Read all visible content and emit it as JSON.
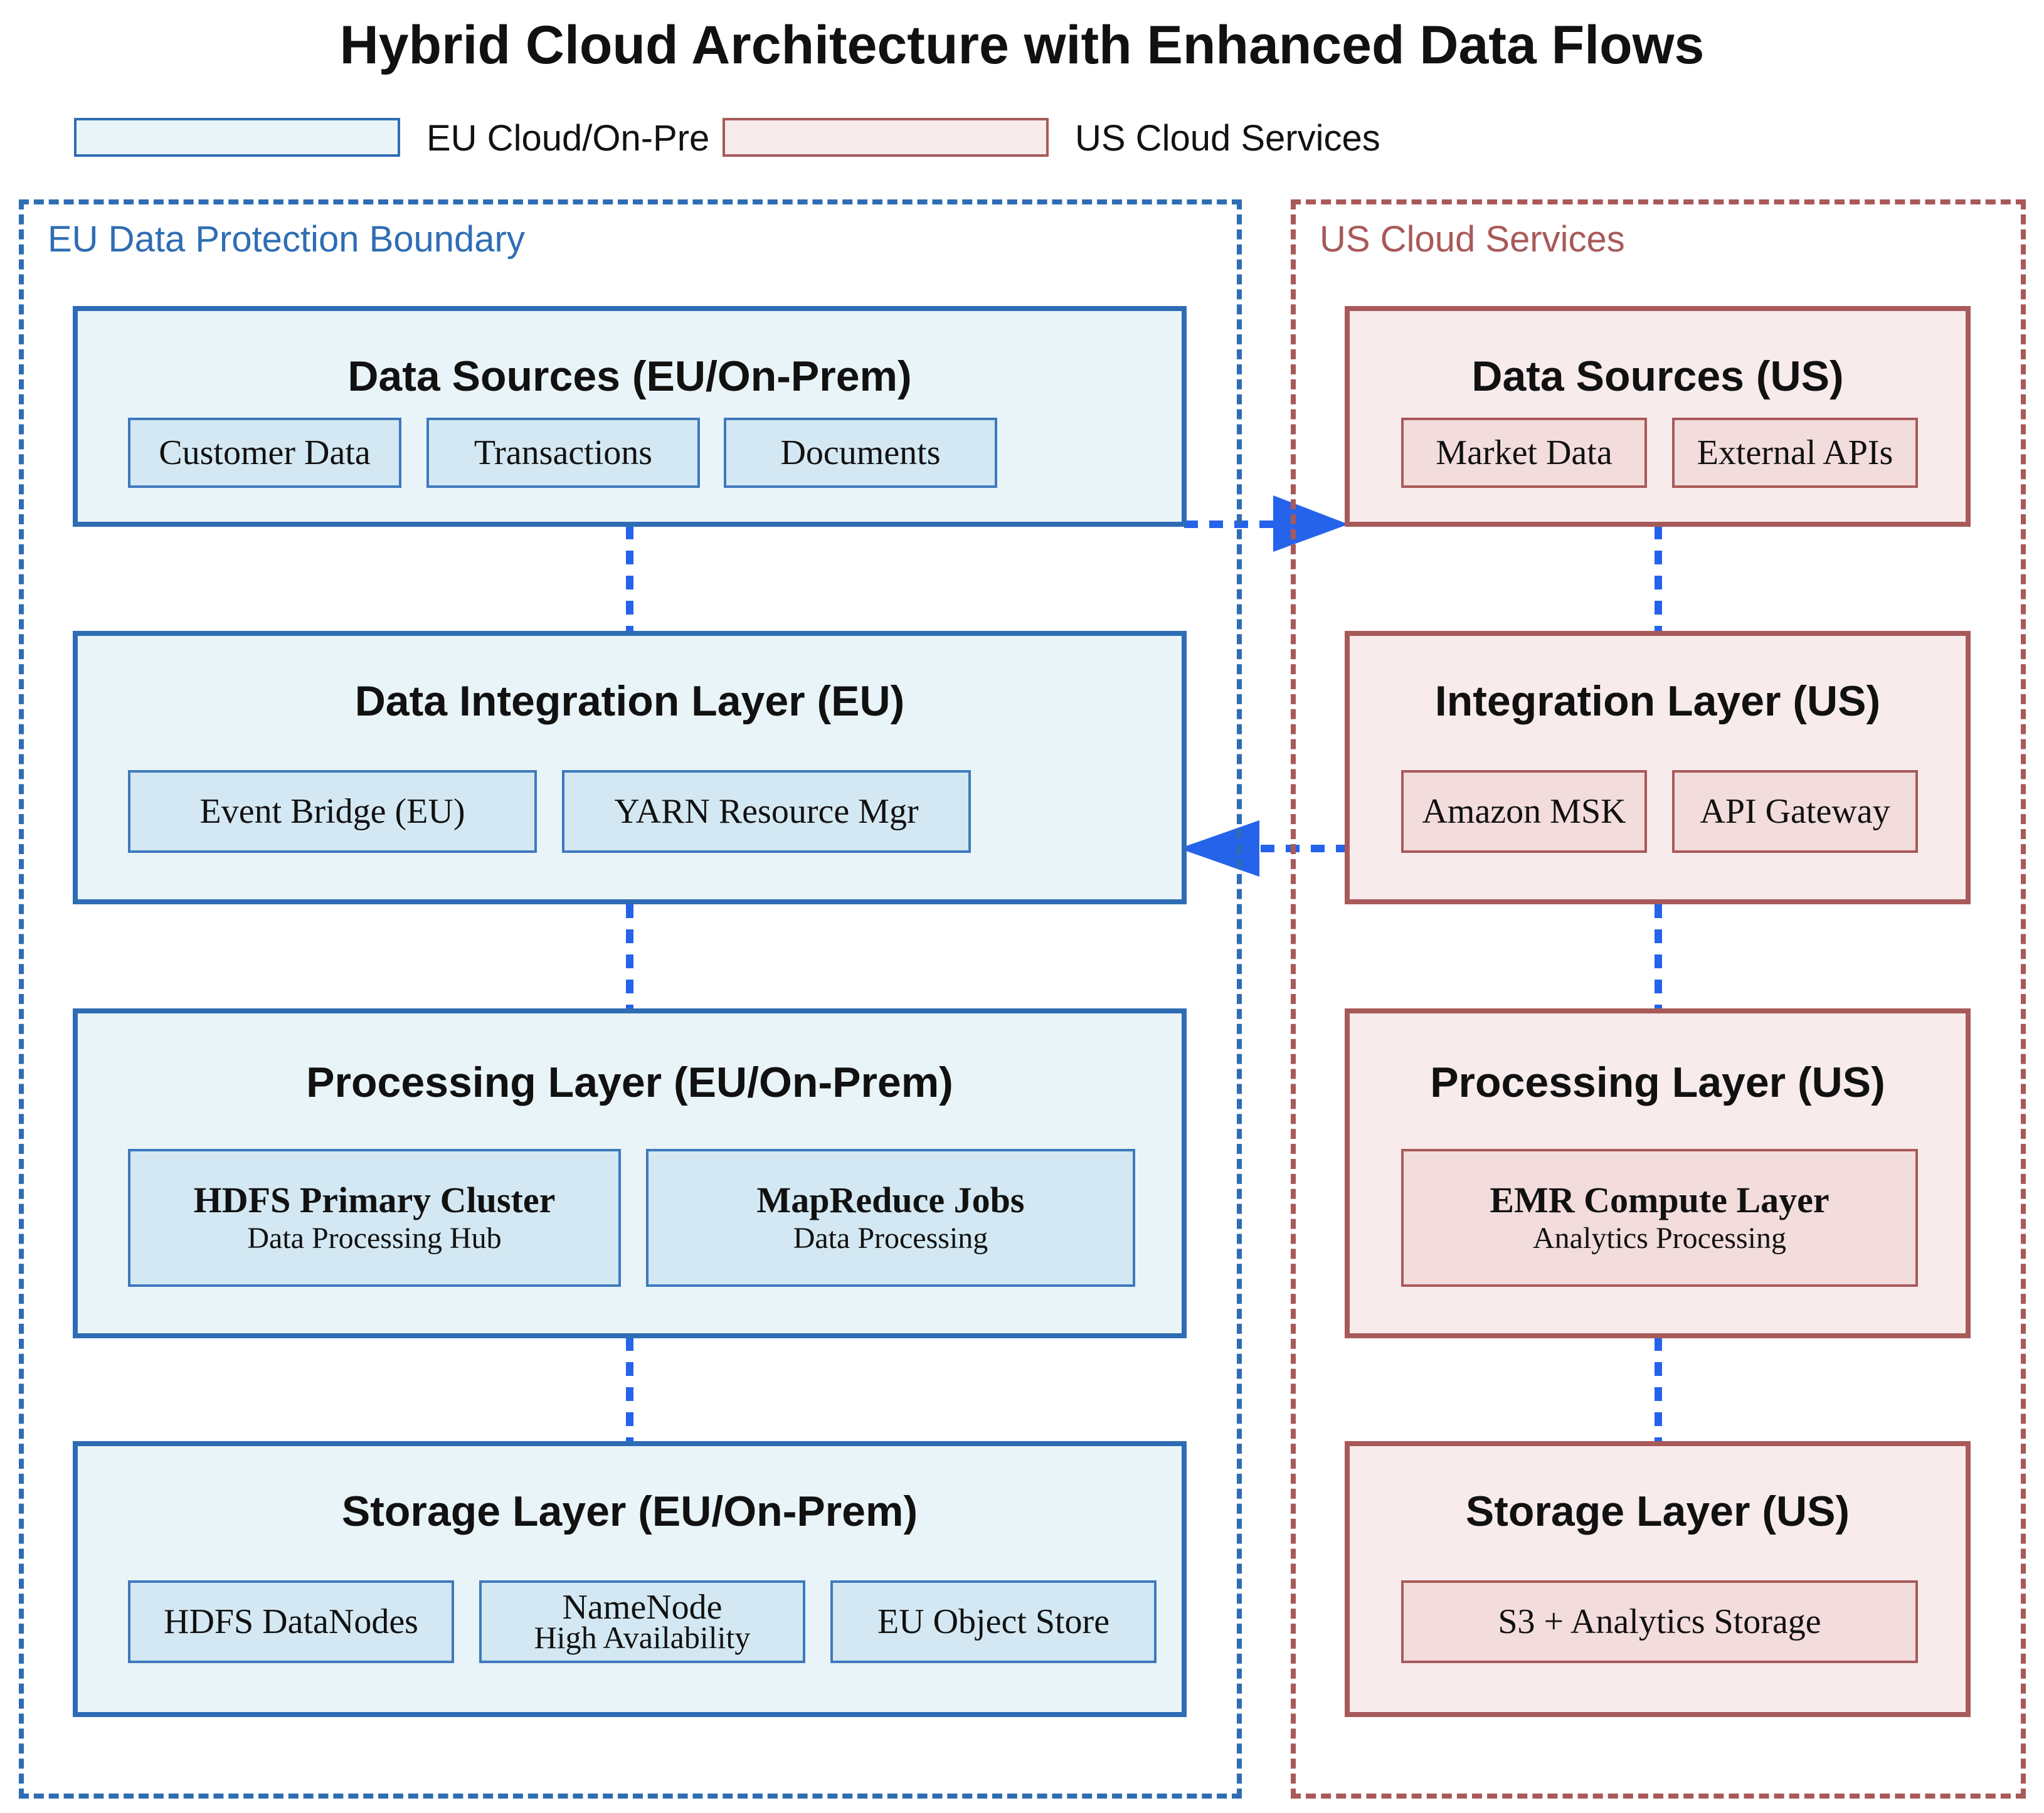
{
  "title": "Hybrid Cloud Architecture with Enhanced Data Flows",
  "colors": {
    "eu_border": "#2e6db4",
    "eu_fill": "#e9f4f9",
    "eu_component_fill": "#d3e8f2",
    "us_border": "#a85959",
    "us_fill": "#f8ebeb",
    "us_component_fill": "#f3dcdc",
    "flow": "#2563eb"
  },
  "legend": [
    {
      "label": "EU Cloud/On-Pre"
    },
    {
      "label": "US Cloud Services"
    }
  ],
  "eu": {
    "boundary_label": "EU Data Protection Boundary",
    "data_sources": {
      "title": "Data Sources (EU/On-Prem)",
      "items": [
        "Customer Data",
        "Transactions",
        "Documents"
      ]
    },
    "integration": {
      "title": "Data Integration Layer (EU)",
      "items": [
        "Event Bridge (EU)",
        "YARN Resource Mgr"
      ]
    },
    "processing": {
      "title": "Processing Layer (EU/On-Prem)",
      "items": [
        {
          "name": "HDFS Primary Cluster",
          "sub": "Data Processing Hub"
        },
        {
          "name": "MapReduce Jobs",
          "sub": "Data Processing"
        }
      ]
    },
    "storage": {
      "title": "Storage Layer (EU/On-Prem)",
      "items": [
        {
          "name": "HDFS DataNodes"
        },
        {
          "name": "NameNode",
          "sub": "High Availability"
        },
        {
          "name": "EU Object Store"
        }
      ]
    }
  },
  "us": {
    "boundary_label": "US Cloud Services",
    "data_sources": {
      "title": "Data Sources (US)",
      "items": [
        "Market Data",
        "External APIs"
      ]
    },
    "integration": {
      "title": "Integration Layer (US)",
      "items": [
        "Amazon MSK",
        "API Gateway"
      ]
    },
    "processing": {
      "title": "Processing Layer (US)",
      "items": [
        {
          "name": "EMR Compute Layer",
          "sub": "Analytics Processing"
        }
      ]
    },
    "storage": {
      "title": "Storage Layer (US)",
      "items": [
        "S3 + Analytics Storage"
      ]
    }
  }
}
